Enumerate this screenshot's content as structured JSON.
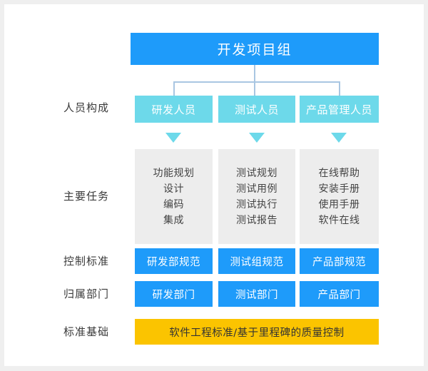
{
  "diagram": {
    "title": "开发项目组",
    "row_labels": {
      "personnel": "人员构成",
      "tasks": "主要任务",
      "standards": "控制标准",
      "departments": "归属部门",
      "foundation": "标准基础"
    },
    "columns": [
      {
        "personnel": "研发人员",
        "tasks": [
          "功能规划",
          "设计",
          "编码",
          "集成"
        ],
        "standard": "研发部规范",
        "department": "研发部门"
      },
      {
        "personnel": "测试人员",
        "tasks": [
          "测试规划",
          "测试用例",
          "测试执行",
          "测试报告"
        ],
        "standard": "测试组规范",
        "department": "测试部门"
      },
      {
        "personnel": "产品管理人员",
        "tasks": [
          "在线帮助",
          "安装手册",
          "使用手册",
          "软件在线"
        ],
        "standard": "产品部规范",
        "department": "产品部门"
      }
    ],
    "foundation_bar": "软件工程标准/基于里程碑的质量控制"
  },
  "colors": {
    "primary_blue": "#1e9bfa",
    "cyan": "#6dd9ea",
    "gray": "#ededed",
    "yellow": "#fbc400",
    "connector": "#a9c6e2",
    "page_background": "#efefef",
    "card_background": "#ffffff"
  }
}
